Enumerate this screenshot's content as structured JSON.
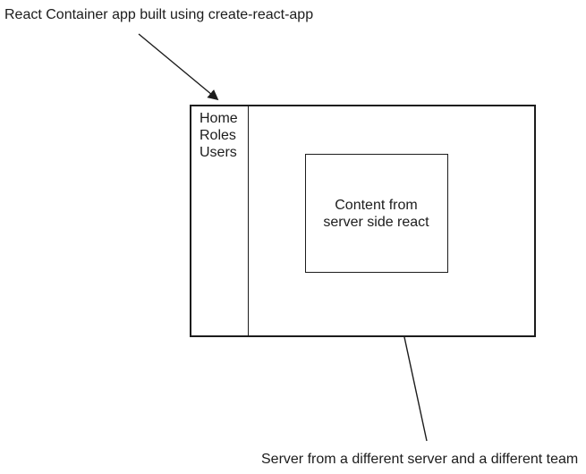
{
  "colors": {
    "background": "#ffffff",
    "stroke": "#1c1c1c",
    "text": "#1c1c1c"
  },
  "annotations": {
    "top": "React Container app built using create-react-app",
    "bottom": "Server from a different server and a different team"
  },
  "container_app": {
    "nav_items": [
      {
        "label": "Home"
      },
      {
        "label": "Roles"
      },
      {
        "label": "Users"
      }
    ],
    "content_box": {
      "label": "Content from server side react"
    }
  }
}
